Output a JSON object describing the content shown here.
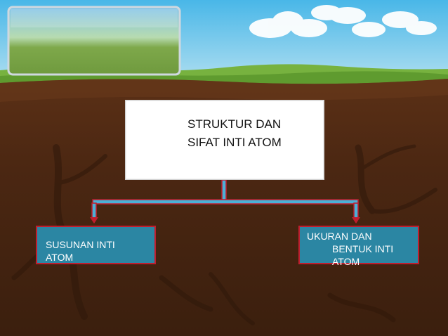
{
  "diagram": {
    "root": {
      "line1": "STRUKTUR DAN",
      "line2": "SIFAT INTI ATOM"
    },
    "children": [
      {
        "line1": "SUSUNAN INTI",
        "line2": "ATOM"
      },
      {
        "line1": "UKURAN DAN",
        "line2": "BENTUK  INTI",
        "line3": "ATOM"
      }
    ],
    "colors": {
      "connector": "#c01e2e",
      "connector_fill": "#4bb0d6",
      "child_fill": "#2b86a3"
    }
  }
}
